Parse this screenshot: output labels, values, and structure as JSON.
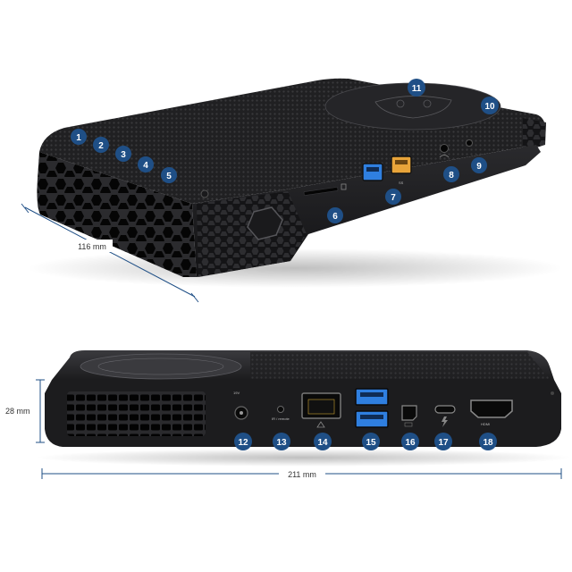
{
  "colors": {
    "badge": "#1f4f86",
    "dimension_line": "#1f4f86",
    "usb3_blue": "#2f7fe0",
    "usb_charging_orange": "#e8a43a",
    "chassis": "#1d1d1f"
  },
  "dimensions": {
    "depth": "116 mm",
    "height": "28 mm",
    "width": "211 mm"
  },
  "port_markings": {
    "power_rating": "19V",
    "tv_remote": "IR / remote",
    "hdmi": "HDMI"
  },
  "badges": {
    "b1": "1",
    "b2": "2",
    "b3": "3",
    "b4": "4",
    "b5": "5",
    "b6": "6",
    "b7": "7",
    "b8": "8",
    "b9": "9",
    "b10": "10",
    "b11": "11",
    "b12": "12",
    "b13": "13",
    "b14": "14",
    "b15": "15",
    "b16": "16",
    "b17": "17",
    "b18": "18"
  }
}
